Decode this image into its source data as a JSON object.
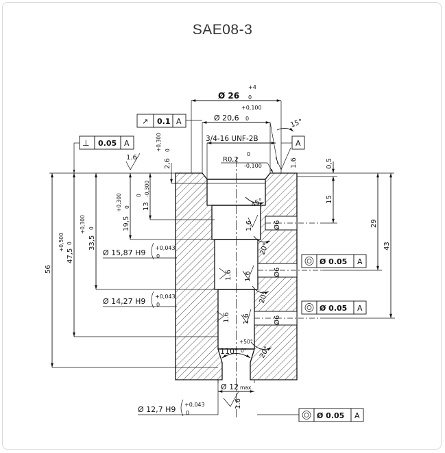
{
  "page": {
    "title": "SAE08-3"
  },
  "dimensions": {
    "d26": "Ø 26",
    "d26_tol_upper": "+4",
    "d26_tol_lower": "0",
    "d206": "Ø 20,6",
    "d206_tol_upper": "+0,100",
    "d206_tol_lower": "0",
    "thread": "3/4-16 UNF-2B",
    "radius": "R0,2",
    "radius_tol_upper": "0",
    "radius_tol_lower": "-0,100",
    "angle_15": "15°",
    "angle_45": "45°",
    "angle_20a": "20°",
    "angle_20b": "20°",
    "angle_20c": "20°",
    "angle_110": "110°",
    "angle_tol_upper": "+50°",
    "angle_tol_lower": "0°",
    "dim_26": "2,6",
    "dim_26_tol_upper": "+0,300",
    "dim_26_tol_lower": "0",
    "dim_13": "13",
    "dim_13_tol_upper": "0",
    "dim_13_tol_lower": "-0,300",
    "dim_195": "19,5",
    "dim_195_tol_upper": "+0,300",
    "dim_195_tol_lower": "0",
    "dim_335": "33,5",
    "dim_335_tol_upper": "+0,300",
    "dim_335_tol_lower": "0",
    "dim_475": "47,5",
    "dim_475_tol_upper": "+0,500",
    "dim_475_tol_lower": "0",
    "dim_56": "56",
    "dim_05": "0,5",
    "dim_15": "15",
    "dim_29": "29",
    "dim_43": "43",
    "bore_1587": "Ø 15,87 H9",
    "bore_1427": "Ø 14,27 H9",
    "bore_127": "Ø 12,7 H9",
    "bore_tol_upper": "+0,043",
    "bore_tol_lower": "0",
    "d12max": "Ø 12",
    "d12max_suffix": "max.",
    "d6": "Ø6"
  },
  "roughness": {
    "value": "1.6"
  },
  "tolerance_frames": {
    "runout": {
      "symbol": "↗",
      "value": "0.1",
      "datum": "A"
    },
    "perpendicularity": {
      "symbol": "⊥",
      "value": "0.05",
      "datum": "A"
    },
    "concentricity_1": {
      "value": "Ø 0.05",
      "datum": "A"
    },
    "concentricity_2": {
      "value": "Ø 0.05",
      "datum": "A"
    },
    "concentricity_3": {
      "value": "Ø 0.05",
      "datum": "A"
    },
    "datum_label": "A"
  }
}
